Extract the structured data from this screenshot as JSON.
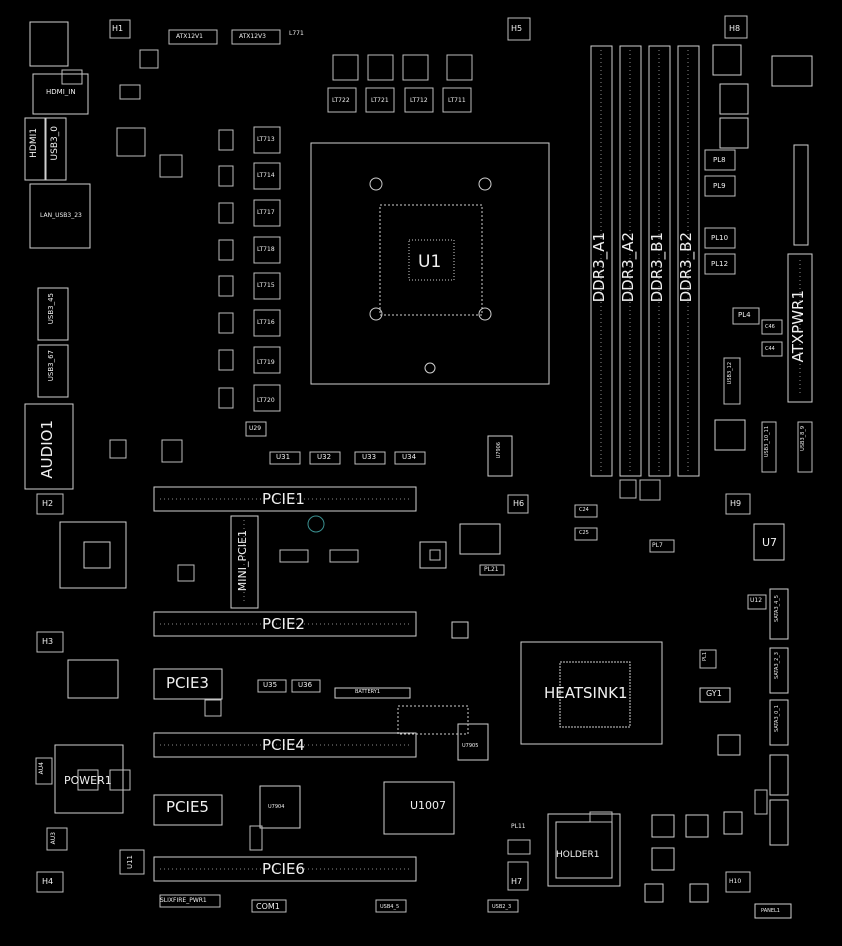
{
  "diagram": {
    "background": "#000000",
    "line_color": "#d0d0d0",
    "text_color": "#f0f0f0",
    "labels": {
      "h1": "H1",
      "h2": "H2",
      "h3": "H3",
      "h4": "H4",
      "h5": "H5",
      "h6": "H6",
      "h7": "H7",
      "h8": "H8",
      "h9": "H9",
      "h10": "H10",
      "atx12v1": "ATX12V1",
      "atx12v3": "ATX12V3",
      "l771": "L771",
      "hdmi_in": "HDMI_IN",
      "hdmi1": "HDMI1",
      "usb3_0": "USB3_0",
      "lan_usb3_23": "LAN_USB3_23",
      "usb3_45": "USB3_45",
      "usb3_67": "USB3_67",
      "audio1": "AUDIO1",
      "lt722": "LT722",
      "lt721": "LT721",
      "lt712": "LT712",
      "lt711": "LT711",
      "lt713": "LT713",
      "lt714": "LT714",
      "lt717": "LT717",
      "lt718": "LT718",
      "lt715": "LT715",
      "lt716": "LT716",
      "lt719": "LT719",
      "lt720": "LT720",
      "u1": "U1",
      "u29": "U29",
      "u31": "U31",
      "u32": "U32",
      "u33": "U33",
      "u34": "U34",
      "u35": "U35",
      "u36": "U36",
      "u7906": "U7906",
      "u7905": "U7905",
      "u7904": "U7904",
      "u1007": "U1007",
      "u11": "U11",
      "u12": "U12",
      "u7": "U7",
      "ddr3_a1": "DDR3_A1",
      "ddr3_a2": "DDR3_A2",
      "ddr3_b1": "DDR3_B1",
      "ddr3_b2": "DDR3_B2",
      "atxpwr1": "ATXPWR1",
      "pl8": "PL8",
      "pl9": "PL9",
      "pl10": "PL10",
      "pl12": "PL12",
      "pl4": "PL4",
      "pl7": "PL7",
      "pl21": "PL21",
      "pl11": "PL11",
      "pl1": "PL1",
      "pcie1": "PCIE1",
      "pcie2": "PCIE2",
      "pcie3": "PCIE3",
      "pcie4": "PCIE4",
      "pcie5": "PCIE5",
      "pcie6": "PCIE6",
      "mini_pcie1": "MINI_PCIE1",
      "battery1": "BATTERY1",
      "heatsink1": "HEATSINK1",
      "holder1": "HOLDER1",
      "power1": "POWER1",
      "au4": "AU4",
      "au3": "AU3",
      "gy1": "GY1",
      "sli": "SLIXFIRE_PWR1",
      "com1": "COM1",
      "usb4_5": "USB4_5",
      "usb2_3": "USB2_3",
      "panel1": "PANEL1",
      "sata3_4_5": "SATA3_4_5",
      "sata3_2_3": "SATA3_2_3",
      "sata3_0_1": "SATA3_0_1",
      "usb3_89": "USB3_8_9",
      "usb3_1011": "USB3_10_11",
      "usb3_12": "USB3_12",
      "c24": "C24",
      "c25": "C25",
      "c44": "C44",
      "c46": "C46"
    }
  }
}
